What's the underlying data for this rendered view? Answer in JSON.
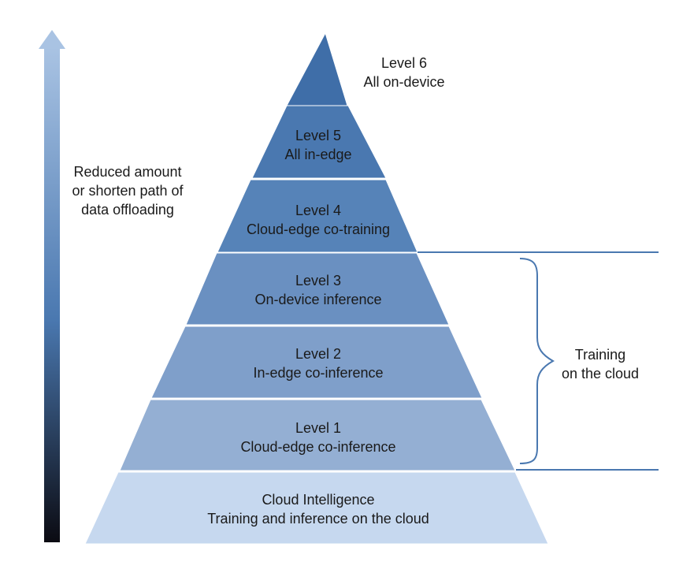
{
  "colors": {
    "level6": "#3f6ea8",
    "level5": "#4a78b0",
    "level4": "#5683b8",
    "level3": "#6a90c1",
    "level2": "#7f9fca",
    "level1": "#94afd3",
    "base": "#c6d8ef",
    "divider": "#ffffff",
    "connector": "#4a78b0",
    "arrow_top": "#a9c3e3",
    "arrow_mid": "#4a78b0",
    "arrow_bottom": "#0b0b12"
  },
  "pyramid": {
    "level6": {
      "title": "Level 6",
      "subtitle": "All on-device"
    },
    "level5": {
      "title": "Level 5",
      "subtitle": "All in-edge"
    },
    "level4": {
      "title": "Level 4",
      "subtitle": "Cloud-edge co-training"
    },
    "level3": {
      "title": "Level 3",
      "subtitle": "On-device inference"
    },
    "level2": {
      "title": "Level 2",
      "subtitle": "In-edge co-inference"
    },
    "level1": {
      "title": "Level 1",
      "subtitle": "Cloud-edge co-inference"
    },
    "base": {
      "title": "Cloud Intelligence",
      "subtitle": "Training and inference on the cloud"
    }
  },
  "arrow_label": {
    "line1": "Reduced amount",
    "line2": "or shorten path of",
    "line3": "data offloading"
  },
  "brace_label": {
    "line1": "Training",
    "line2": "on the cloud"
  }
}
